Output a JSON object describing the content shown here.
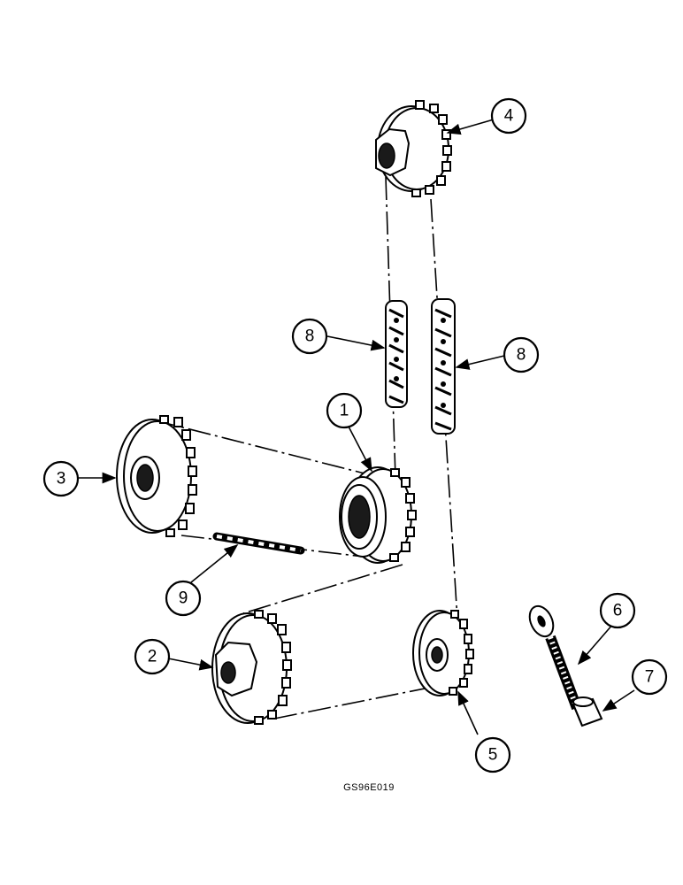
{
  "figure_code": "GS96E019",
  "callouts": [
    {
      "id": "1",
      "label": "1"
    },
    {
      "id": "2",
      "label": "2"
    },
    {
      "id": "3",
      "label": "3"
    },
    {
      "id": "4",
      "label": "4"
    },
    {
      "id": "5",
      "label": "5"
    },
    {
      "id": "6",
      "label": "6"
    },
    {
      "id": "7",
      "label": "7"
    },
    {
      "id": "8a",
      "label": "8"
    },
    {
      "id": "8b",
      "label": "8"
    },
    {
      "id": "9",
      "label": "9"
    }
  ]
}
